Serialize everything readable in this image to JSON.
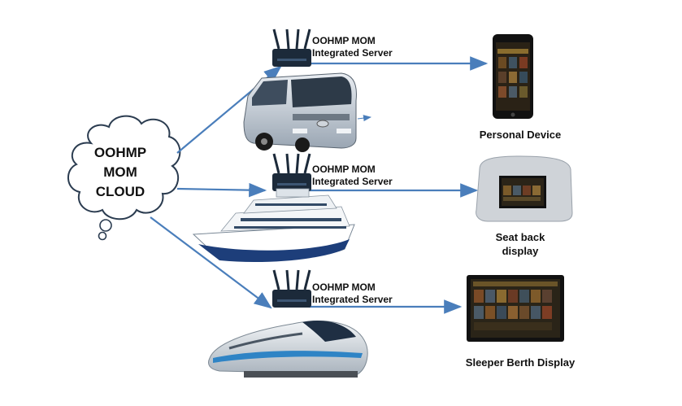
{
  "cloud": {
    "lines": [
      "OOHMP",
      "MOM",
      "CLOUD"
    ]
  },
  "servers": [
    {
      "line1": "OOHMP MOM",
      "line2": "Integrated Server"
    },
    {
      "line1": "OOHMP MOM",
      "line2": "Integrated Server"
    },
    {
      "line1": "OOHMP MOM",
      "line2": "Integrated Server"
    }
  ],
  "devices": [
    {
      "label": "Personal Device"
    },
    {
      "label_line1": "Seat back",
      "label_line2": "display"
    },
    {
      "label": "Sleeper Berth Display"
    }
  ],
  "colors": {
    "arrow": "#4a7ebb",
    "router": "#1c2a3a",
    "screen": "#111111"
  },
  "icons": [
    "cloud-icon",
    "router-icon",
    "bus-icon",
    "ship-icon",
    "train-icon",
    "phone-icon",
    "seatback-icon",
    "monitor-icon"
  ]
}
